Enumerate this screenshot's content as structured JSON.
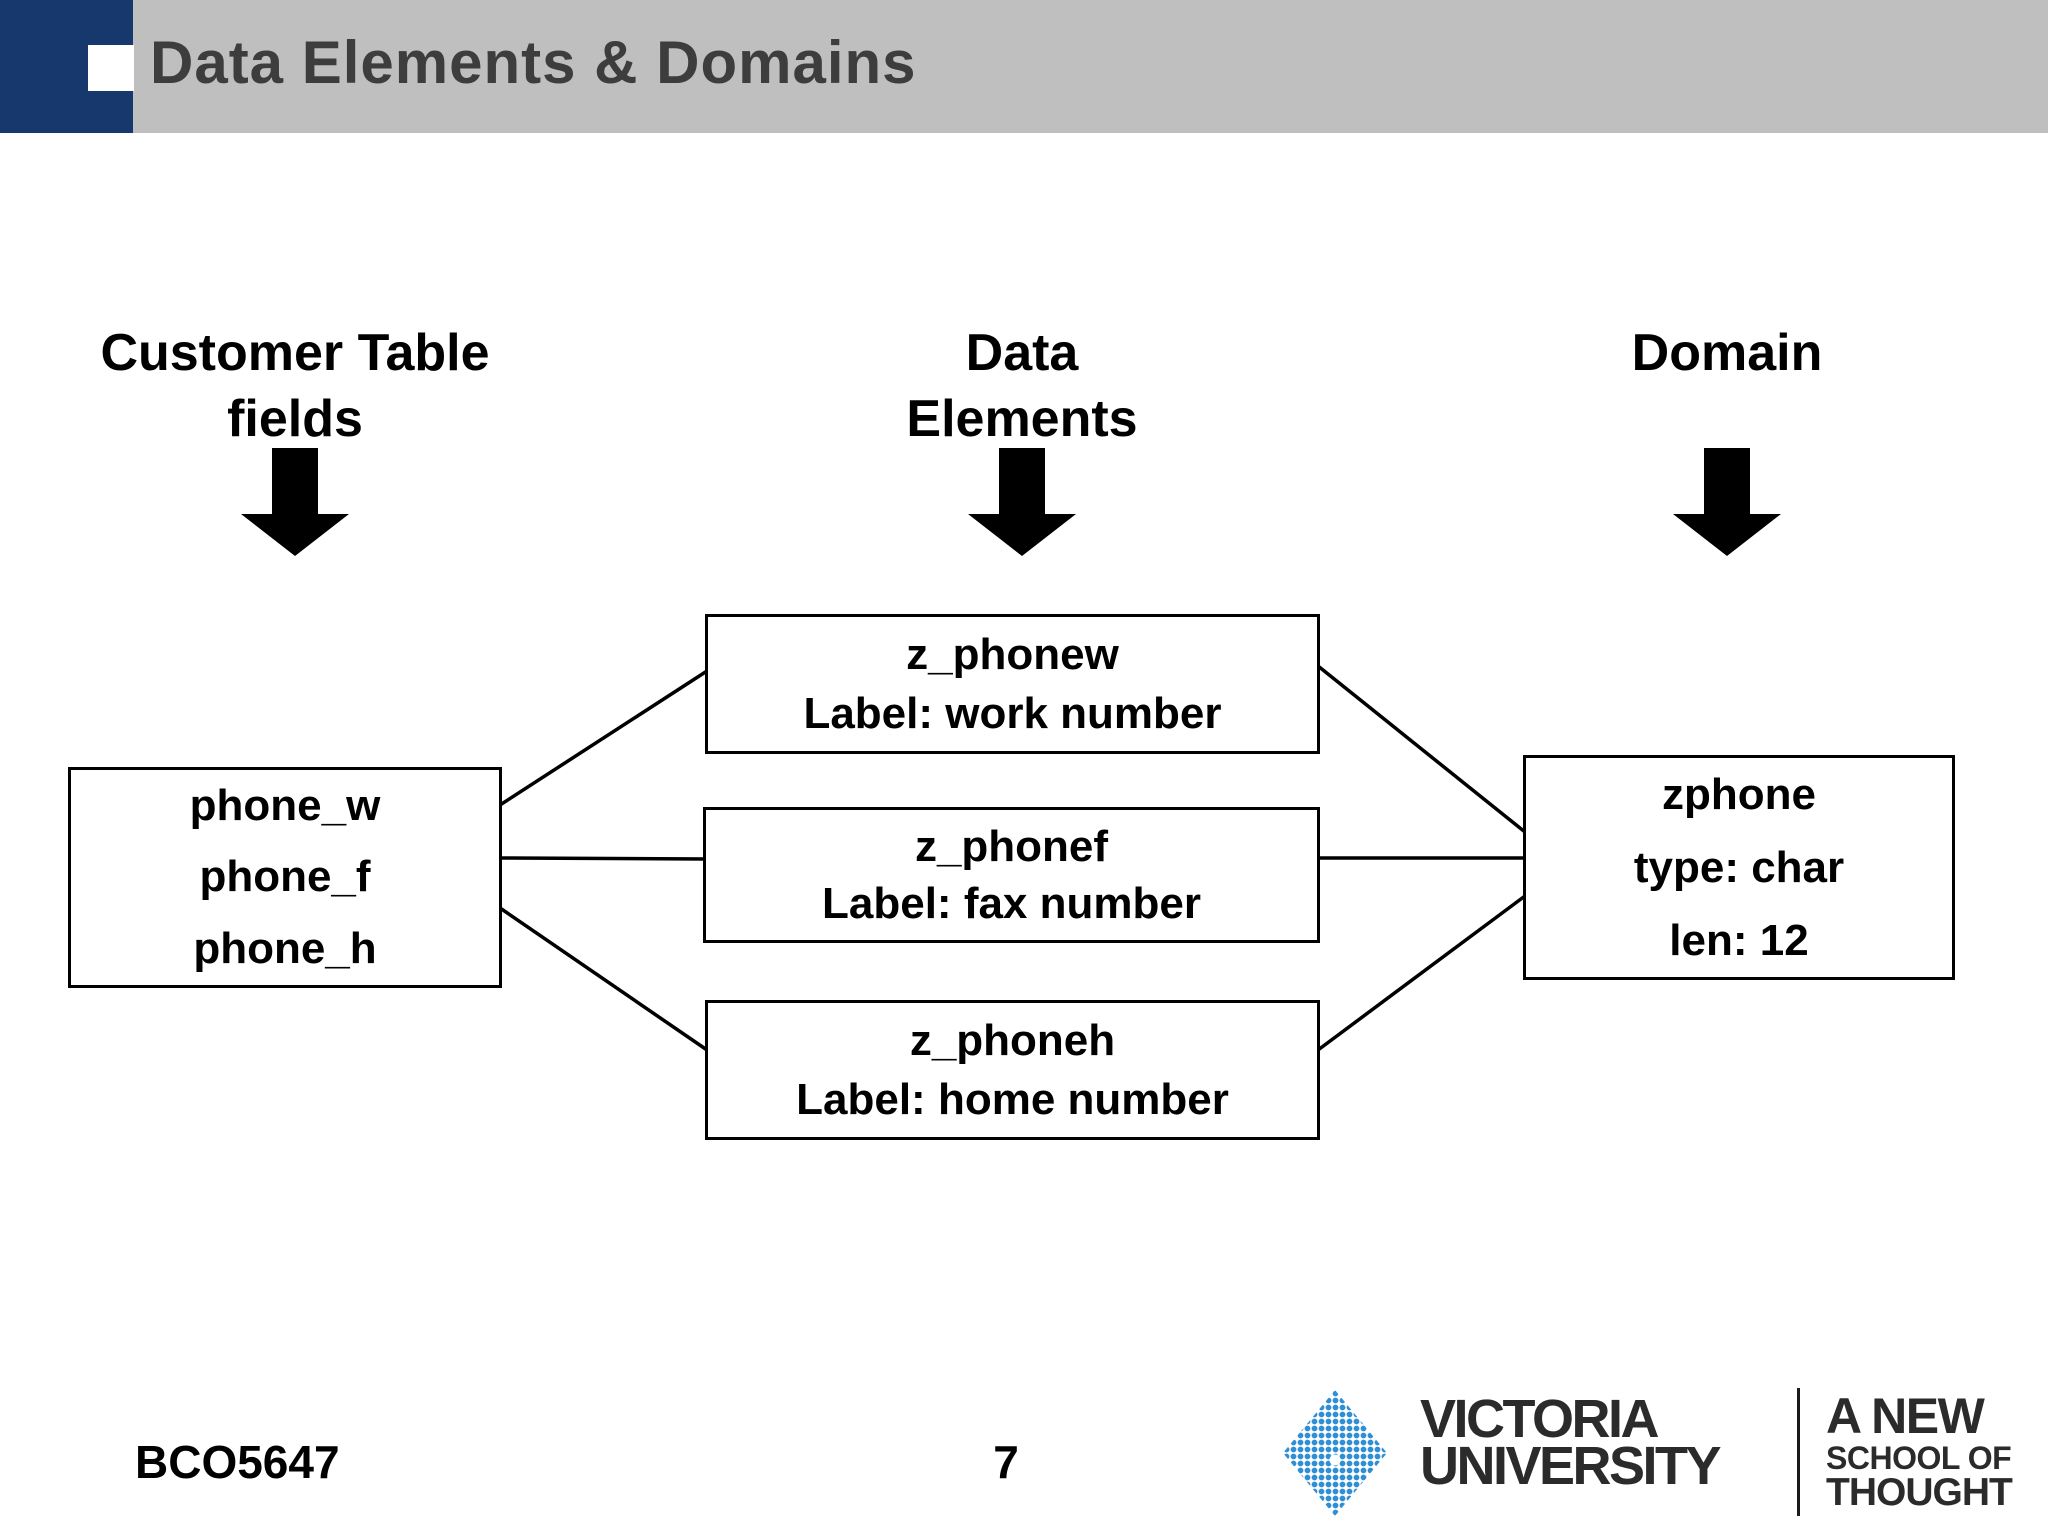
{
  "slide": {
    "title": "Data Elements & Domains",
    "columns": [
      {
        "id": "customer-table-fields",
        "label_line1": "Customer Table",
        "label_line2": "fields"
      },
      {
        "id": "data-elements",
        "label_line1": "Data",
        "label_line2": "Elements"
      },
      {
        "id": "domain",
        "label_line1": "Domain",
        "label_line2": ""
      }
    ],
    "customer_table_box": {
      "fields": [
        "phone_w",
        "phone_f",
        "phone_h"
      ]
    },
    "data_element_boxes": [
      {
        "name": "z_phonew",
        "label": "Label: work number"
      },
      {
        "name": "z_phonef",
        "label": "Label: fax number"
      },
      {
        "name": "z_phoneh",
        "label": "Label: home number"
      }
    ],
    "domain_box": {
      "name": "zphone",
      "type_line": "type: char",
      "len_line": "len: 12"
    },
    "footer": {
      "course_code": "BCO5647",
      "page_number": "7"
    },
    "logo": {
      "university_line1": "VICTORIA",
      "university_line2": "UNIVERSITY",
      "tagline_line1": "A NEW",
      "tagline_line2": "SCHOOL OF",
      "tagline_line3": "THOUGHT"
    },
    "colors": {
      "header_navy": "#17386c",
      "header_gray": "#bfbfbf",
      "title_text": "#3d3d3d",
      "diagram_black": "#000000",
      "logo_blue": "#2f8fd4",
      "logo_text": "#2b2b2b"
    }
  }
}
